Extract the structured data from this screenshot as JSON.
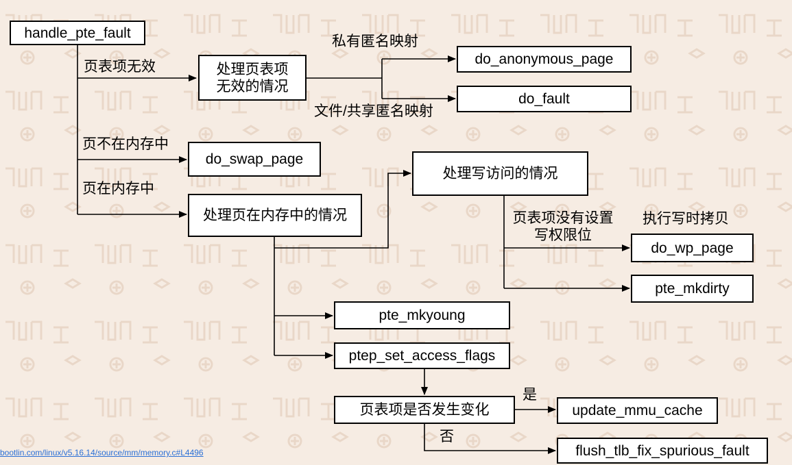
{
  "nodes": {
    "handle_pte_fault": "handle_pte_fault",
    "handle_invalid": "处理页表项无效的情况",
    "do_anonymous_page": "do_anonymous_page",
    "do_fault": "do_fault",
    "do_swap_page": "do_swap_page",
    "handle_in_memory": "处理页在内存中的情况",
    "handle_write": "处理写访问的情况",
    "do_wp_page": "do_wp_page",
    "pte_mkdirty": "pte_mkdirty",
    "pte_mkyoung": "pte_mkyoung",
    "ptep_set_access_flags": "ptep_set_access_flags",
    "pte_changed": "页表项是否发生变化",
    "update_mmu_cache": "update_mmu_cache",
    "flush_tlb_fix_spurious_fault": "flush_tlb_fix_spurious_fault"
  },
  "edge_labels": {
    "pte_invalid": "页表项无效",
    "private_anon": "私有匿名映射",
    "file_shared": "文件/共享匿名映射",
    "not_in_memory": "页不在内存中",
    "in_memory": "页在内存中",
    "no_write_perm": "页表项没有设置写权限位",
    "cow": "执行写时拷贝",
    "yes": "是",
    "no": "否"
  },
  "source_link": "bootlin.com/linux/v5.16.14/source/mm/memory.c#L4496",
  "colors": {
    "background": "#f6ece3",
    "box_fill": "#ffffff",
    "line": "#000000",
    "link": "#2a6fd6"
  }
}
